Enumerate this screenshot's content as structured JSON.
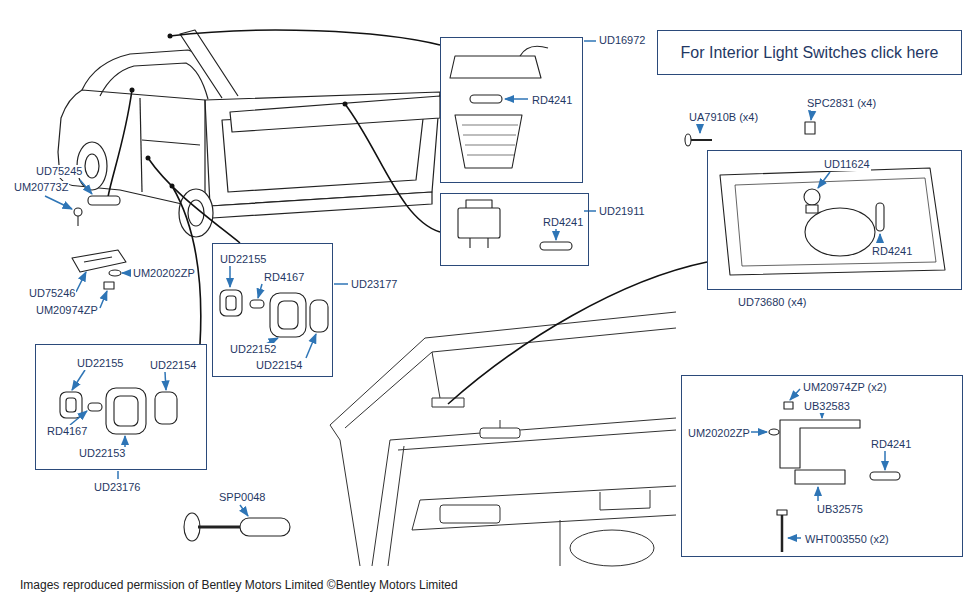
{
  "diagram": {
    "caption": "Images reproduced permission of Bentley Motors Limited ©Bentley Motors Limited",
    "nodes": [
      {
        "text": [
          "For Interior Light Switches click here"
        ]
      },
      {
        "text": [
          "RD4241"
        ]
      },
      {
        "text": [
          "RD4241"
        ]
      },
      {
        "text": [
          "UD11624",
          "RD4241"
        ]
      },
      {
        "text": [
          "UD22155",
          "RD4167",
          "UD22152",
          "UD22154"
        ]
      },
      {
        "text": [
          "UD22155",
          "UD22154",
          "RD4167",
          "UD22153"
        ]
      },
      {
        "text": [
          "UM20974ZP (x2)",
          "UB32583",
          "UM20202ZP",
          "RD4241",
          "UB32575",
          "WHT003550 (x2)"
        ]
      }
    ],
    "labels": [
      "UD16972",
      "SPC2831 (x4)",
      "UA7910B (x4)",
      "UD75245",
      "UM20773Z",
      "UD21911",
      "UM20202ZP",
      "UD23177",
      "UD75246",
      "UD73680 (x4)",
      "UM20974ZP",
      "UD23176",
      "SPP0048"
    ]
  }
}
